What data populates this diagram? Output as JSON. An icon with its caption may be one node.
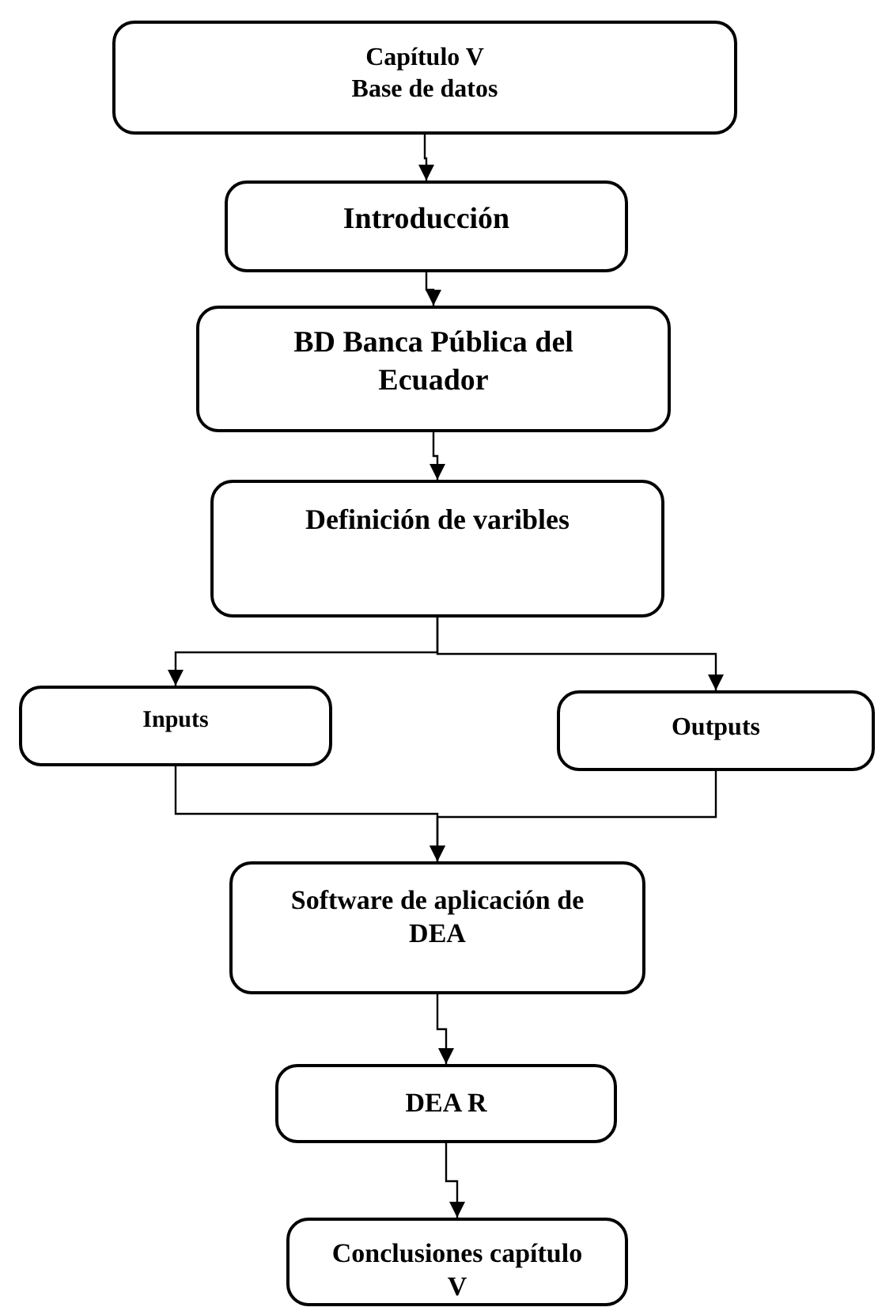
{
  "diagram": {
    "nodes": [
      {
        "text": [
          "Capítulo V",
          "Base de datos"
        ]
      },
      {
        "text": [
          "Introducción"
        ]
      },
      {
        "text": [
          "BD Banca Pública del Ecuador"
        ]
      },
      {
        "text": [
          "Definición de varibles"
        ]
      },
      {
        "text": [
          "Inputs"
        ]
      },
      {
        "text": [
          "Outputs"
        ]
      },
      {
        "text": [
          "Software de aplicación de DEA"
        ]
      },
      {
        "text": [
          "DEA R"
        ]
      },
      {
        "text": [
          "Conclusiones capítulo V"
        ]
      }
    ],
    "edges": [
      {
        "from": 0,
        "to": 1,
        "arrow": "to"
      },
      {
        "from": 1,
        "to": 2,
        "arrow": "to"
      },
      {
        "from": 2,
        "to": 3,
        "arrow": "to"
      },
      {
        "from": 3,
        "to": 4,
        "arrow": "to"
      },
      {
        "from": 3,
        "to": 5,
        "arrow": "to"
      },
      {
        "from": 4,
        "to": 6,
        "arrow": "to"
      },
      {
        "from": 5,
        "to": 6,
        "arrow": "to"
      },
      {
        "from": 6,
        "to": 7,
        "arrow": "to"
      },
      {
        "from": 7,
        "to": 8,
        "arrow": "to"
      }
    ]
  }
}
